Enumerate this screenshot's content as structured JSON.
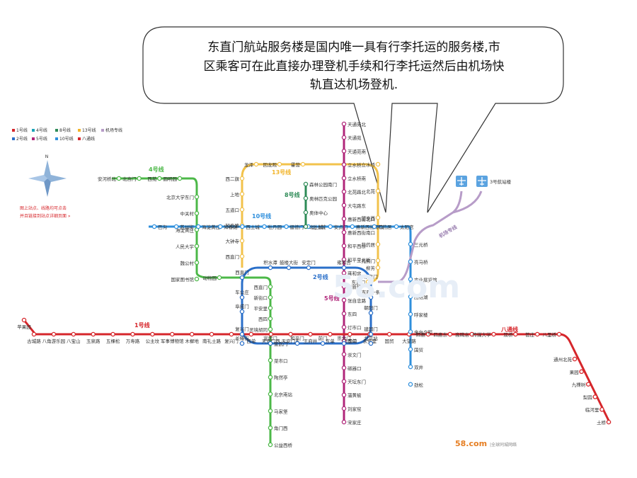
{
  "callout": {
    "lines": [
      "东直门航站服务楼是国内唯一具有行李托运的服务楼,市",
      "区乘客可在此直接办理登机手续和行李托运然后由机场快",
      "轨直达机场登机."
    ]
  },
  "legend": {
    "row1": [
      "1号线",
      "4号线",
      "8号线",
      "13号线",
      "机场专线"
    ],
    "row2": [
      "2号线",
      "5号线",
      "10号线",
      "八通线"
    ],
    "colors1": [
      "#d6262b",
      "#1aa3b8",
      "#2e8b57",
      "#f2b52b",
      "#b79cc8"
    ],
    "colors2": [
      "#2a6fc9",
      "#b0267a",
      "#2f8fdc",
      "#d6262b"
    ]
  },
  "compass_label": "N",
  "note": [
    "图上站点、线路均可点击",
    "并且链接到站点详细页面 »"
  ],
  "airport_terminal_label": "3号航站楼",
  "watermark": "58.com",
  "footer_logo": "58.com",
  "footer_tail": "|全球同城网络",
  "line_labels": {
    "l1": "1号线",
    "l2": "2号线",
    "l4": "4号线",
    "l5": "5号线",
    "l8": "8号线",
    "l10": "10号线",
    "l13": "13号线",
    "batong": "八通线",
    "airport": "机场专线"
  },
  "colors": {
    "line1": "#d6262b",
    "line2": "#2a6fc9",
    "line4": "#4cb848",
    "line5": "#b0267a",
    "line8": "#2e8b57",
    "line10": "#2f8fdc",
    "line13": "#f2c24b",
    "airport": "#b79cc8",
    "batong": "#d6262b"
  },
  "stations": {
    "line1": [
      "苹果园",
      "古城路",
      "八角游乐园",
      "八宝山",
      "玉泉路",
      "五棵松",
      "万寿路",
      "公主坟",
      "军事博物馆",
      "木樨地",
      "南礼士路",
      "复兴门",
      "西单",
      "天安门西",
      "天安门东",
      "王府井",
      "东单",
      "建国门",
      "永安里",
      "国贸",
      "大望路"
    ],
    "batong": [
      "四惠",
      "四惠东",
      "高碑店",
      "传媒大学",
      "双桥",
      "管庄",
      "八里桥",
      "通州北苑",
      "果园",
      "九棵树",
      "梨园",
      "临河里",
      "土桥"
    ],
    "line4_upper": [
      "安河桥北",
      "北宫门",
      "西苑",
      "圆明园",
      "北京大学东门",
      "中关村",
      "海淀黄庄",
      "人民大学",
      "魏公村",
      "国家图书馆",
      "动物园",
      "西直门",
      "新街口",
      "平安里",
      "西四",
      "灵境胡同"
    ],
    "line4_lower": [
      "宣武门",
      "菜市口",
      "陶然亭",
      "北京南站",
      "马家堡",
      "角门西",
      "公益西桥"
    ],
    "line5": [
      "天通苑北",
      "天通苑",
      "天通苑南",
      "立水桥",
      "立水桥南",
      "北苑路北",
      "大屯路东",
      "惠新西街北口",
      "惠新西街南口",
      "和平西桥",
      "和平里北街",
      "雍和宫",
      "北新桥",
      "张自忠路",
      "东四",
      "灯市口",
      "东单",
      "崇文门",
      "磁器口",
      "天坛东门",
      "蒲黄榆",
      "刘家窑",
      "宋家庄"
    ],
    "line13": [
      "西直门",
      "大钟寺",
      "知春路",
      "五道口",
      "上地",
      "西二旗",
      "龙泽",
      "回龙观",
      "霍营",
      "立水桥",
      "北苑",
      "望京西",
      "芍药居",
      "光熙门",
      "柳芳",
      "东直门"
    ],
    "line10": [
      "巴沟",
      "苏州街",
      "海淀黄庄",
      "知春路",
      "西土城",
      "牡丹园",
      "健德门",
      "北土城",
      "安贞门",
      "惠新西街南口",
      "芍药居",
      "太阳宫",
      "三元桥",
      "亮马桥",
      "农业展览馆",
      "团结湖",
      "呼家楼",
      "金台夕照",
      "国贸",
      "双井",
      "劲松"
    ],
    "line8": [
      "森林公园南门",
      "奥林匹克公园",
      "奥体中心",
      "北土城"
    ],
    "line2": [
      "积水潭",
      "鼓楼大街",
      "安定门",
      "雍和宫",
      "东直门",
      "东四十条",
      "朝阳门",
      "建国门",
      "北京站",
      "崇文门",
      "前门",
      "和平门",
      "宣武门",
      "长椿街",
      "复兴门",
      "阜成门",
      "车公庄",
      "西直门"
    ]
  }
}
